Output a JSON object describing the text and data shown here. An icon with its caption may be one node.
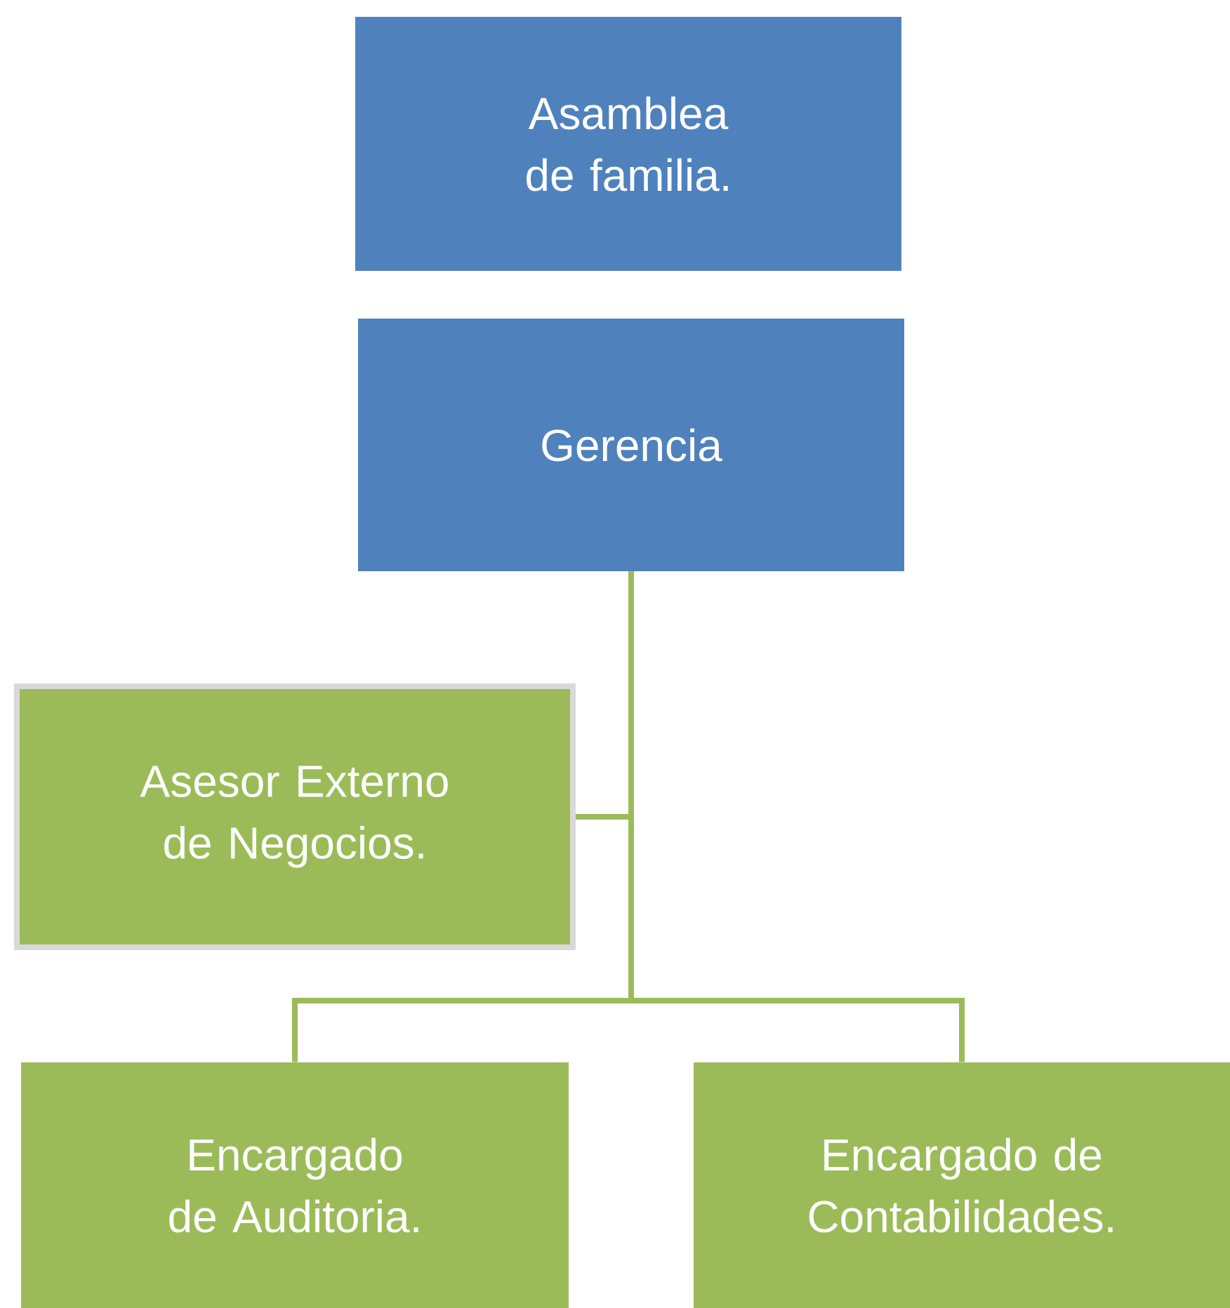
{
  "diagram": {
    "nodes": [
      {
        "text": [
          "Asamblea de familia."
        ]
      },
      {
        "text": [
          "Gerencia"
        ]
      },
      {
        "text": [
          "Asesor Externo de Negocios."
        ]
      },
      {
        "text": [
          "Encargado de Auditoria."
        ]
      },
      {
        "text": [
          "Encargado de Contabilidades."
        ]
      }
    ],
    "edges": [
      {
        "from": 1,
        "to": 2,
        "arrow": "none"
      },
      {
        "from": 1,
        "to": 3,
        "arrow": "none"
      },
      {
        "from": 1,
        "to": 4,
        "arrow": "none"
      }
    ]
  }
}
